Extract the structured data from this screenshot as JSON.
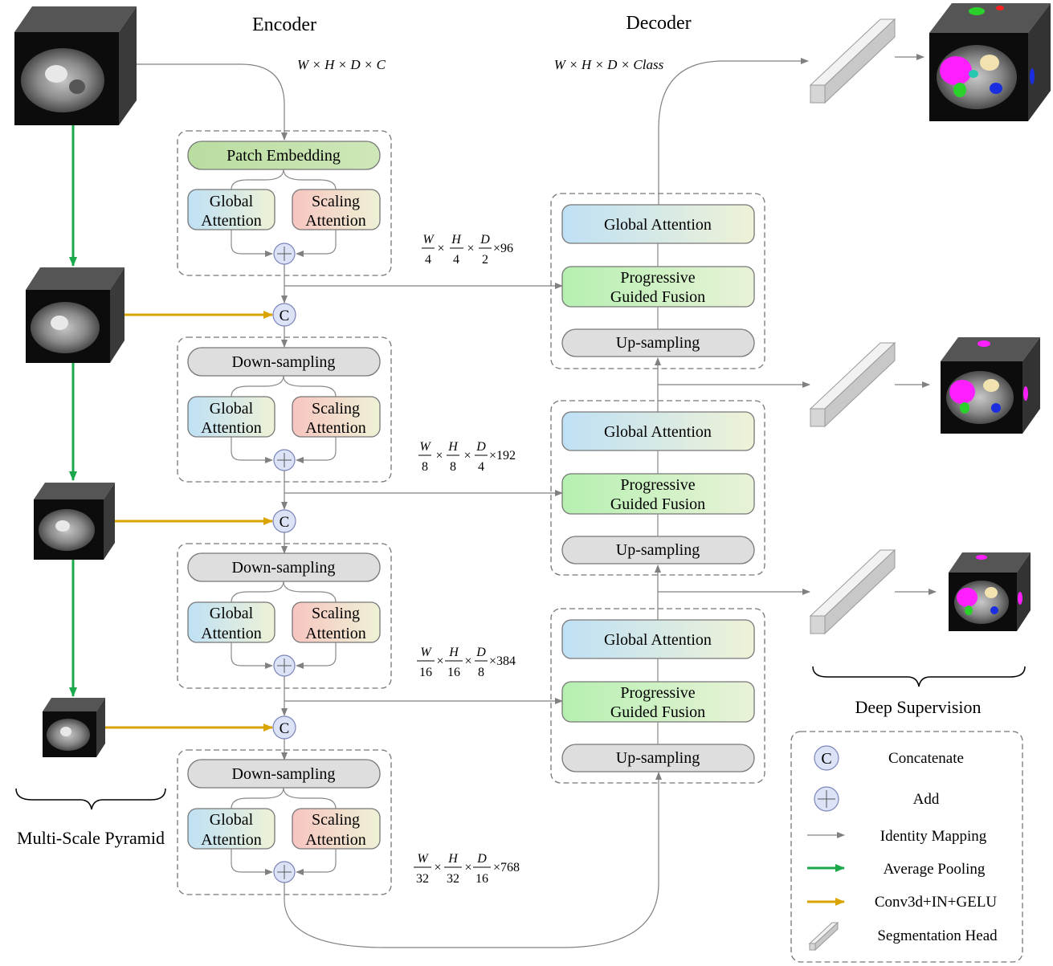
{
  "headings": {
    "encoder": "Encoder",
    "decoder": "Decoder"
  },
  "dims": {
    "input": "W × H × D × C",
    "output": "W × H × D × Class",
    "stage1": {
      "w": "W",
      "wd": "4",
      "h": "H",
      "hd": "4",
      "d": "D",
      "dd": "2",
      "c": "×96"
    },
    "stage2": {
      "w": "W",
      "wd": "8",
      "h": "H",
      "hd": "8",
      "d": "D",
      "dd": "4",
      "c": "×192"
    },
    "stage3": {
      "w": "W",
      "wd": "16",
      "h": "H",
      "hd": "16",
      "d": "D",
      "dd": "8",
      "c": "×384"
    },
    "stage4": {
      "w": "W",
      "wd": "32",
      "h": "H",
      "hd": "32",
      "d": "D",
      "dd": "16",
      "c": "×768"
    },
    "times": "×"
  },
  "encoder": {
    "patch_embedding": "Patch Embedding",
    "down_sampling": "Down-sampling",
    "global": [
      "Global",
      "Attention"
    ],
    "scaling": [
      "Scaling",
      "Attention"
    ]
  },
  "decoder": {
    "global_attention": "Global Attention",
    "pgf": [
      "Progressive",
      "Guided Fusion"
    ],
    "up_sampling": "Up-sampling"
  },
  "symbols": {
    "concat": "C"
  },
  "pyramid_label": "Multi-Scale Pyramid",
  "deep_supervision_label": "Deep Supervision",
  "legend": {
    "concatenate": "Concatenate",
    "add": "Add",
    "identity": "Identity Mapping",
    "avgpool": "Average Pooling",
    "conv": "Conv3d+IN+GELU",
    "seghead": "Segmentation Head"
  },
  "colors": {
    "green_arrow": "#1aa84a",
    "gold_arrow": "#d9a400",
    "grey_line": "#808080",
    "circle_fill": "#dde3f7",
    "circle_stroke": "#7a84b8"
  }
}
